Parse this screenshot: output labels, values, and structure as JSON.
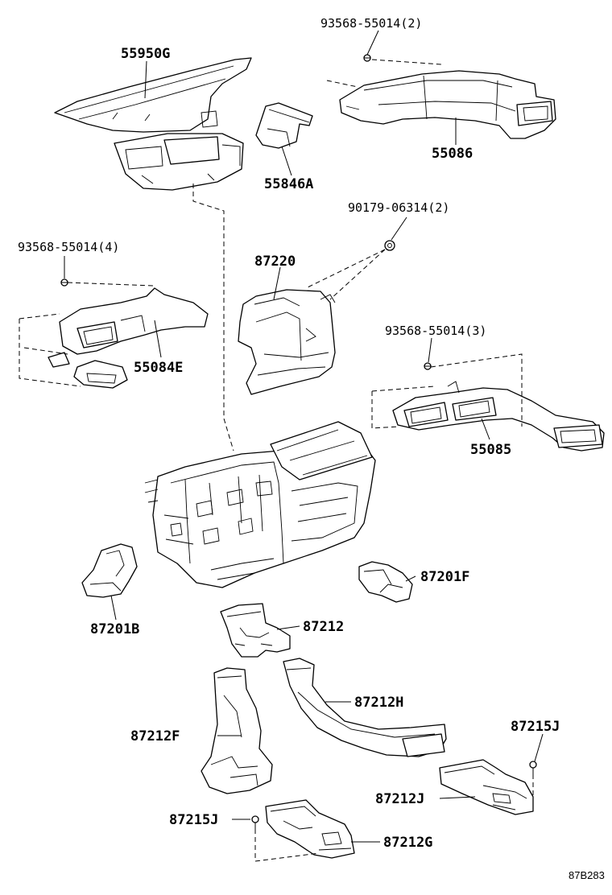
{
  "diagram_code": "87B283",
  "parts": [
    {
      "id": "p_55950G",
      "label": "55950G"
    },
    {
      "id": "p_93568_2",
      "label": "93568-55014(2)"
    },
    {
      "id": "p_55086",
      "label": "55086"
    },
    {
      "id": "p_55846A",
      "label": "55846A"
    },
    {
      "id": "p_90179",
      "label": "90179-06314(2)"
    },
    {
      "id": "p_93568_4",
      "label": "93568-55014(4)"
    },
    {
      "id": "p_87220",
      "label": "87220"
    },
    {
      "id": "p_55084E",
      "label": "55084E"
    },
    {
      "id": "p_93568_3",
      "label": "93568-55014(3)"
    },
    {
      "id": "p_55085",
      "label": "55085"
    },
    {
      "id": "p_87201F",
      "label": "87201F"
    },
    {
      "id": "p_87201B",
      "label": "87201B"
    },
    {
      "id": "p_87212",
      "label": "87212"
    },
    {
      "id": "p_87212H",
      "label": "87212H"
    },
    {
      "id": "p_87212F",
      "label": "87212F"
    },
    {
      "id": "p_87215J_a",
      "label": "87215J"
    },
    {
      "id": "p_87212J",
      "label": "87212J"
    },
    {
      "id": "p_87215J_b",
      "label": "87215J"
    },
    {
      "id": "p_87212G",
      "label": "87212G"
    }
  ]
}
